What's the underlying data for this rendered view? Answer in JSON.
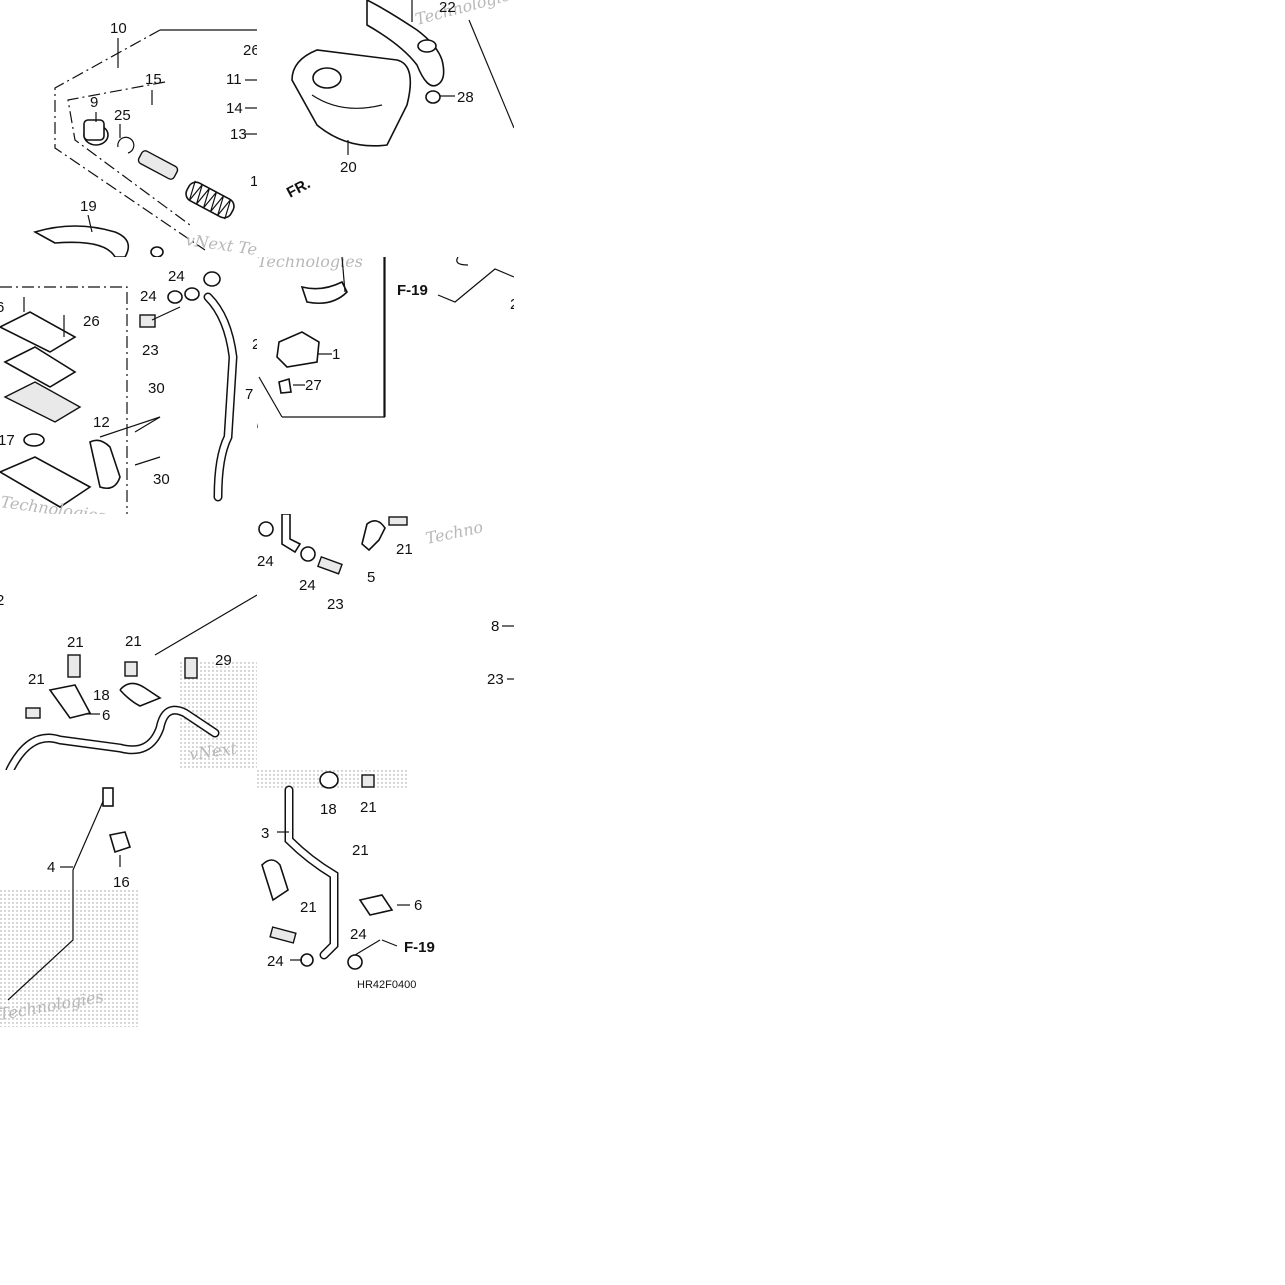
{
  "diagram": {
    "code": "HR42F0400",
    "ref_label": "F-19",
    "front_label": "FR.",
    "watermarks": [
      "Technologies",
      "vNext Tec",
      "Techno",
      "vNext"
    ],
    "callouts": {
      "t1": [
        "10",
        "26",
        "11",
        "14",
        "13",
        "15",
        "9",
        "25",
        "19",
        "1"
      ],
      "t2": [
        "22",
        "28",
        "20"
      ],
      "t4": [
        "6",
        "26",
        "30",
        "12",
        "17",
        "30"
      ],
      "t5": [
        "24",
        "24",
        "23",
        "2",
        "7"
      ],
      "t6": [
        "1",
        "27"
      ],
      "t7": [
        "F-19",
        "2"
      ],
      "t8": [
        "24",
        "24",
        "23",
        "5",
        "21"
      ],
      "t9": [
        "8",
        "23"
      ],
      "t10": [
        "2",
        "21",
        "21",
        "21",
        "18",
        "6",
        "29"
      ],
      "t11": [
        "4",
        "16"
      ],
      "t12": [
        "18",
        "21",
        "3",
        "21",
        "21",
        "6",
        "24",
        "24"
      ]
    }
  }
}
